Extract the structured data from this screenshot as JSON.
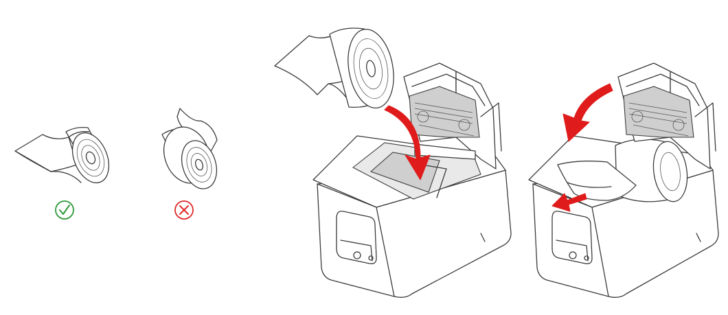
{
  "figure": {
    "panels": [
      {
        "name": "roll-orientation-comparison"
      },
      {
        "name": "insert-paper-roll"
      },
      {
        "name": "close-cover-and-pull-paper"
      }
    ]
  },
  "symbols": {
    "correct": {
      "icon": "check-circle-icon",
      "color": "#2e9a3a"
    },
    "incorrect": {
      "icon": "x-circle-icon",
      "color": "#e02a2a"
    }
  },
  "arrow_color": "#e01b1b"
}
